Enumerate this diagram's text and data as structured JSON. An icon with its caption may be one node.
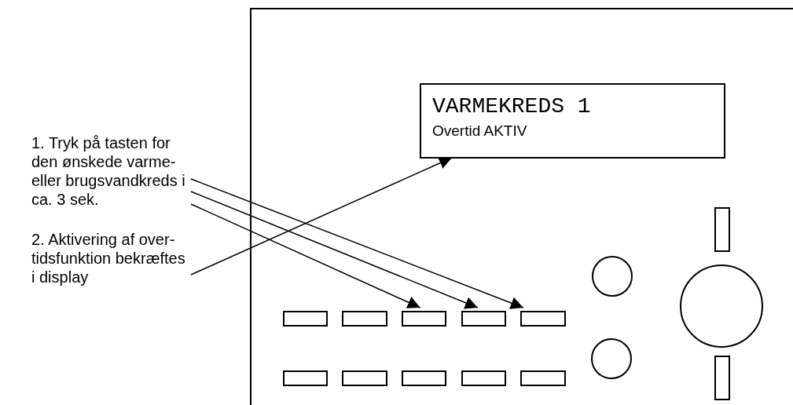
{
  "diagram": {
    "nodes": [
      {
        "text": [
          "1. Tryk på tasten for den ønskede varme- eller brugsvandkreds i ca. 3 sek."
        ]
      },
      {
        "text": [
          "2. Aktivering af over- tidsfunktion bekræftes i display"
        ]
      },
      {
        "text": [],
        "shape": "box"
      },
      {
        "text": [
          "VARMEKREDS 1",
          "Overtid AKTIV"
        ],
        "in": 2
      },
      {
        "text": [],
        "shape": "box",
        "in": 2
      },
      {
        "text": [],
        "shape": "box",
        "in": 2
      },
      {
        "text": [],
        "shape": "box",
        "in": 2
      },
      {
        "text": [],
        "shape": "box",
        "in": 2
      },
      {
        "text": [],
        "shape": "box",
        "in": 2
      },
      {
        "text": [],
        "shape": "box",
        "in": 2
      },
      {
        "text": [],
        "shape": "box",
        "in": 2
      },
      {
        "text": [],
        "shape": "box",
        "in": 2
      },
      {
        "text": [],
        "shape": "box",
        "in": 2
      },
      {
        "text": [],
        "shape": "box",
        "in": 2
      },
      {
        "text": [],
        "shape": "circle",
        "in": 2
      },
      {
        "text": [],
        "shape": "circle",
        "in": 2
      },
      {
        "text": [],
        "shape": "box",
        "in": 2
      },
      {
        "text": [],
        "shape": "circle",
        "in": 2
      },
      {
        "text": [],
        "shape": "box",
        "in": 2
      }
    ],
    "edges": [
      {
        "from": 0,
        "to": 8,
        "arrow": "to"
      },
      {
        "from": 0,
        "to": 7,
        "arrow": "to"
      },
      {
        "from": 0,
        "to": 6,
        "arrow": "to"
      },
      {
        "from": 1,
        "to": 3,
        "arrow": "to"
      }
    ]
  }
}
